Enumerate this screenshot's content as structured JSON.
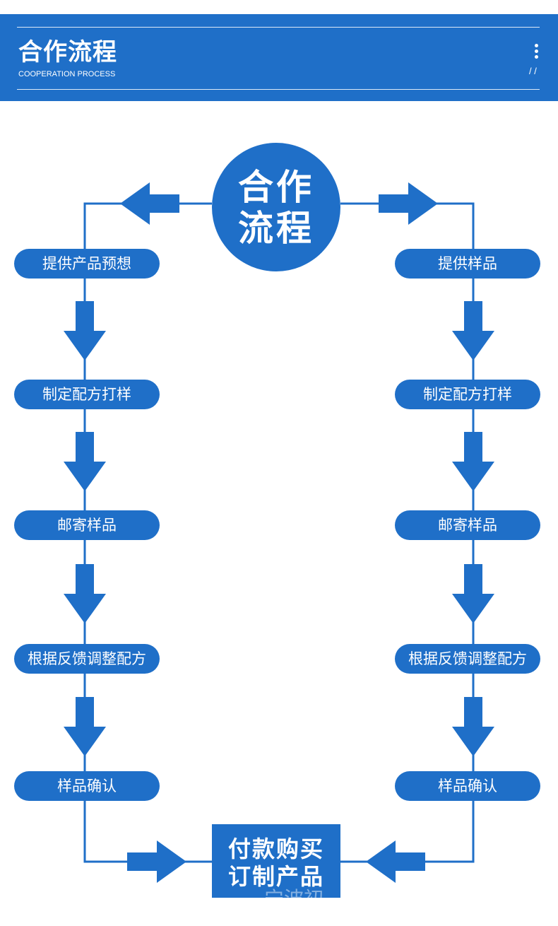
{
  "header": {
    "title": "合作流程",
    "subtitle": "COOPERATION PROCESS",
    "slashes": "/ /"
  },
  "center": {
    "line1": "合作",
    "line2": "流程"
  },
  "left_steps": [
    {
      "label": "提供产品预想"
    },
    {
      "label": "制定配方打样"
    },
    {
      "label": "邮寄样品"
    },
    {
      "label": "根据反馈调整配方"
    },
    {
      "label": "样品确认"
    }
  ],
  "right_steps": [
    {
      "label": "提供样品"
    },
    {
      "label": "制定配方打样"
    },
    {
      "label": "邮寄样品"
    },
    {
      "label": "根据反馈调整配方"
    },
    {
      "label": "样品确认"
    }
  ],
  "end": {
    "line1": "付款购买",
    "line2": "订制产品"
  },
  "watermark": "宁波初",
  "colors": {
    "primary": "#1f6fc8",
    "background": "#ffffff"
  }
}
